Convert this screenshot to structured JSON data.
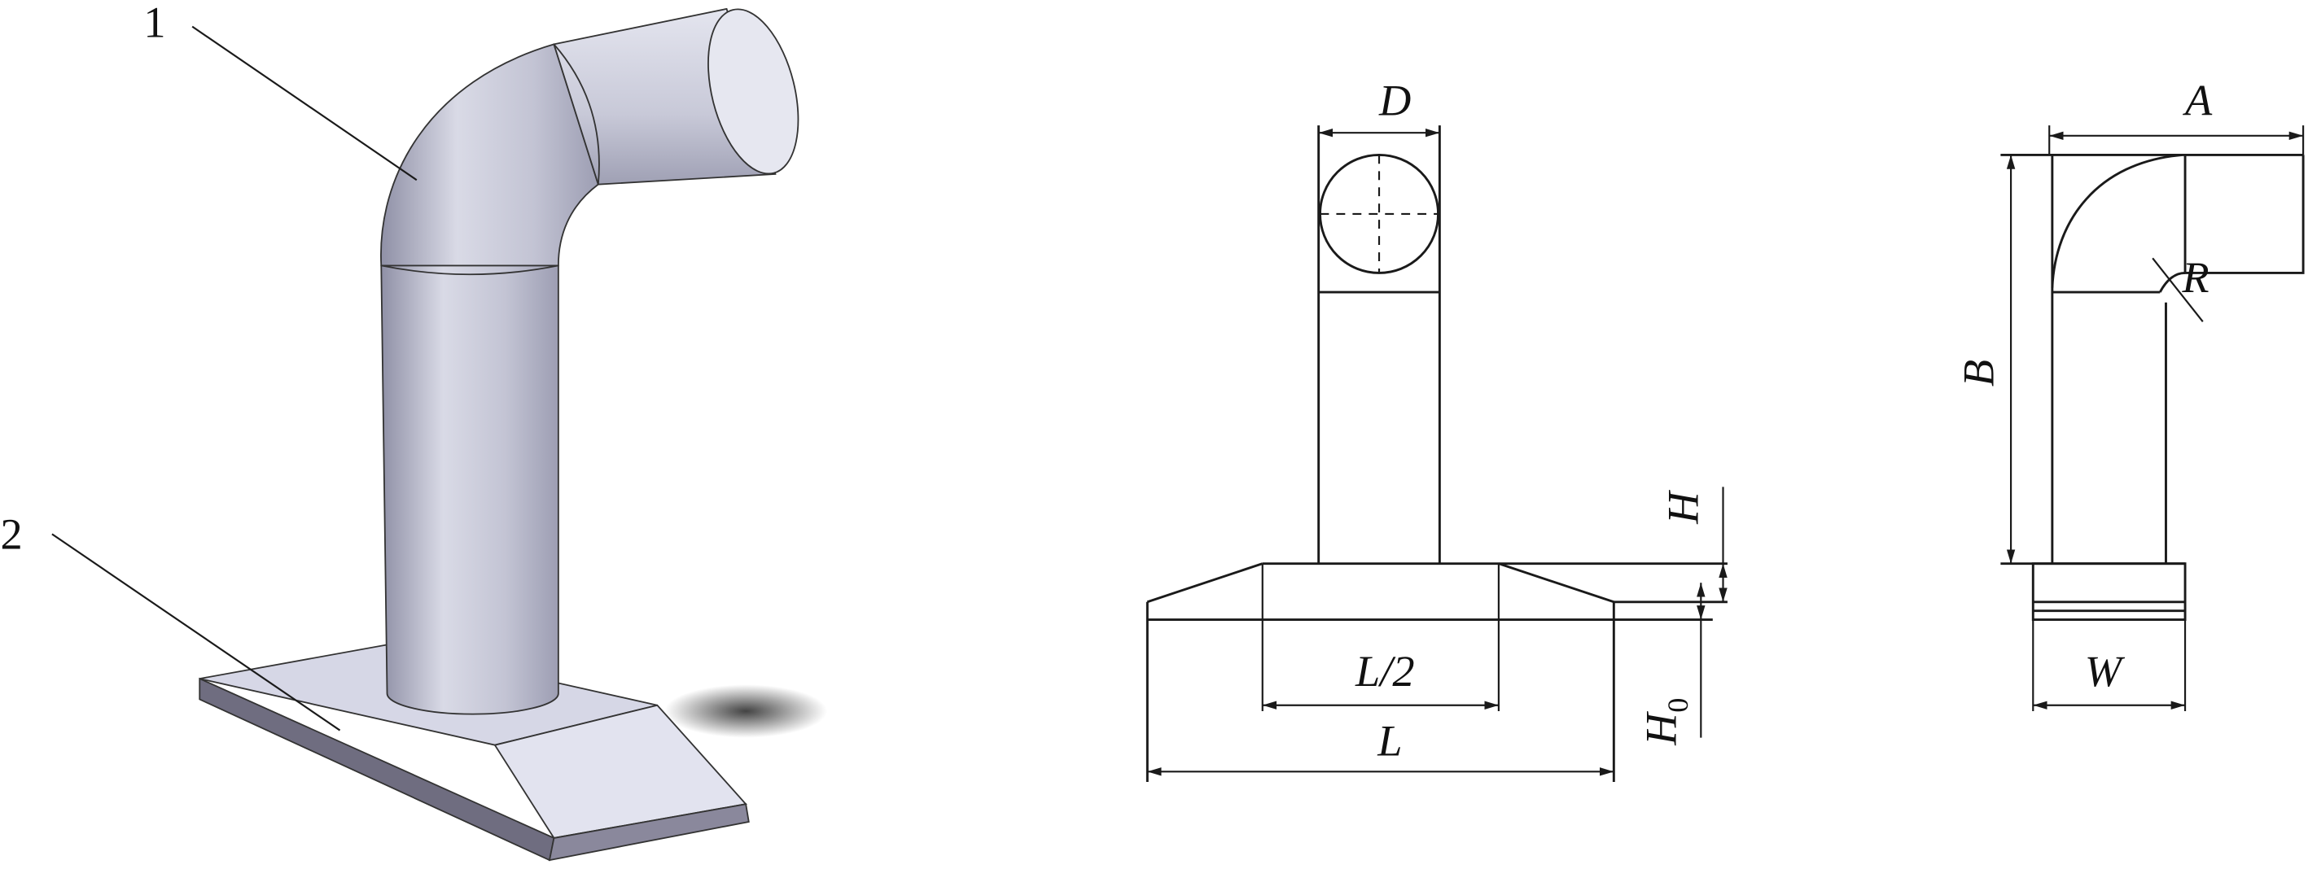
{
  "callouts": {
    "part1": "1",
    "part2": "2"
  },
  "dimensions": {
    "D": "D",
    "L_half": "L/2",
    "L": "L",
    "H": "H",
    "H0": "H",
    "H0_sub": "0",
    "A": "A",
    "B": "B",
    "R": "R",
    "W": "W"
  },
  "colors": {
    "pipe": "#c9cad8",
    "base": "#d6d7e6",
    "base_dark": "#6f6d80",
    "line": "#1a1a1a"
  }
}
